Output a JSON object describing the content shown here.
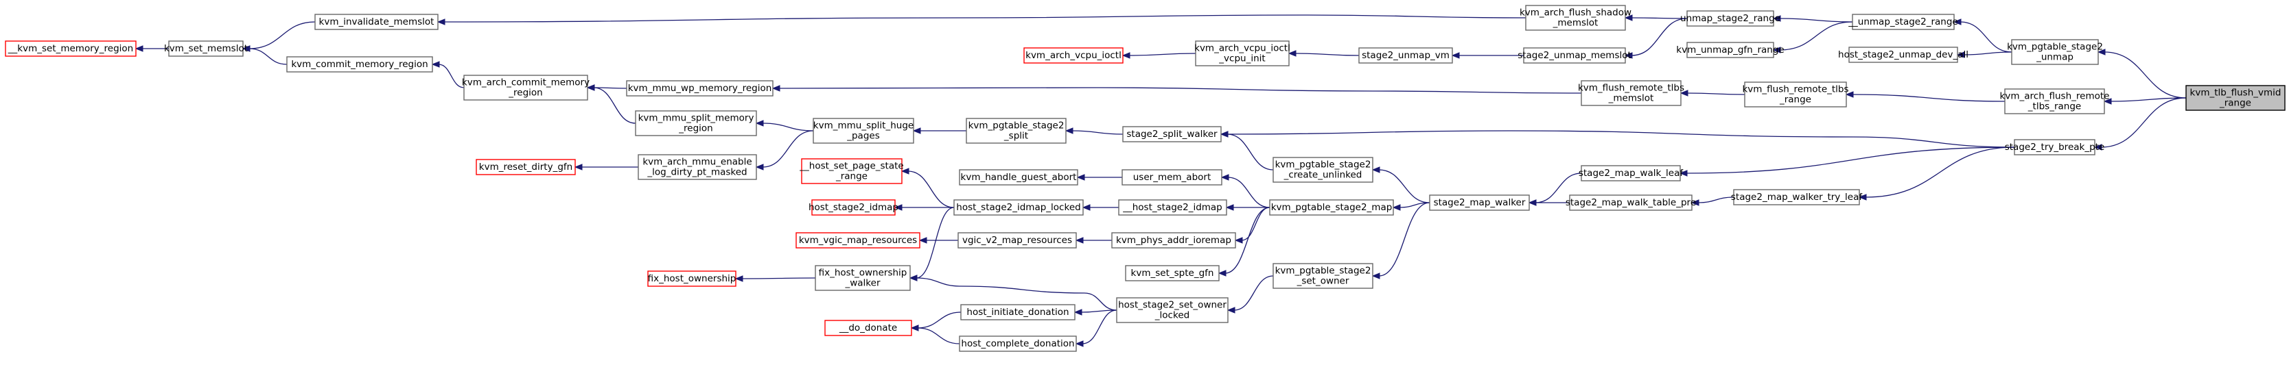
{
  "graph": {
    "direction": "right-to-left caller graph",
    "colors": {
      "edge": "#191970",
      "node_border": "#666666",
      "external_node_border": "#ff0000",
      "target_fill": "#bfbfbf"
    },
    "nodes": [
      {
        "id": "target",
        "lines": [
          "kvm_tlb_flush_vmid",
          "_range"
        ],
        "style": "target"
      },
      {
        "id": "pgtable_stage2_unmap",
        "lines": [
          "kvm_pgtable_stage2",
          "_unmap"
        ]
      },
      {
        "id": "arch_flush_remote_tlbs_range",
        "lines": [
          "kvm_arch_flush_remote",
          "_tlbs_range"
        ]
      },
      {
        "id": "stage2_try_break_pte",
        "lines": [
          "stage2_try_break_pte"
        ]
      },
      {
        "id": "__unmap_stage2_range",
        "lines": [
          "__unmap_stage2_range"
        ]
      },
      {
        "id": "host_stage2_unmap_dev_all",
        "lines": [
          "host_stage2_unmap_dev_all"
        ]
      },
      {
        "id": "unmap_stage2_range",
        "lines": [
          "unmap_stage2_range"
        ]
      },
      {
        "id": "kvm_unmap_gfn_range",
        "lines": [
          "kvm_unmap_gfn_range"
        ]
      },
      {
        "id": "kvm_arch_flush_shadow_memslot",
        "lines": [
          "kvm_arch_flush_shadow",
          "_memslot"
        ]
      },
      {
        "id": "stage2_unmap_memslot",
        "lines": [
          "stage2_unmap_memslot"
        ]
      },
      {
        "id": "stage2_unmap_vm",
        "lines": [
          "stage2_unmap_vm"
        ]
      },
      {
        "id": "kvm_arch_vcpu_ioctl_vcpu_init",
        "lines": [
          "kvm_arch_vcpu_ioctl",
          "_vcpu_init"
        ]
      },
      {
        "id": "kvm_arch_vcpu_ioctl",
        "lines": [
          "kvm_arch_vcpu_ioctl"
        ],
        "style": "red"
      },
      {
        "id": "kvm_invalidate_memslot",
        "lines": [
          "kvm_invalidate_memslot"
        ]
      },
      {
        "id": "kvm_set_memslot",
        "lines": [
          "kvm_set_memslot"
        ]
      },
      {
        "id": "__kvm_set_memory_region",
        "lines": [
          "__kvm_set_memory_region"
        ],
        "style": "red"
      },
      {
        "id": "kvm_flush_remote_tlbs_range",
        "lines": [
          "kvm_flush_remote_tlbs",
          "_range"
        ]
      },
      {
        "id": "kvm_flush_remote_tlbs_memslot",
        "lines": [
          "kvm_flush_remote_tlbs",
          "_memslot"
        ]
      },
      {
        "id": "kvm_mmu_wp_memory_region",
        "lines": [
          "kvm_mmu_wp_memory_region"
        ]
      },
      {
        "id": "kvm_arch_commit_memory_region",
        "lines": [
          "kvm_arch_commit_memory",
          "_region"
        ]
      },
      {
        "id": "kvm_commit_memory_region",
        "lines": [
          "kvm_commit_memory_region"
        ]
      },
      {
        "id": "kvm_arch_mmu_enable_log_dirty_pt_masked",
        "lines": [
          "kvm_arch_mmu_enable",
          "_log_dirty_pt_masked"
        ]
      },
      {
        "id": "kvm_mmu_split_memory_region",
        "lines": [
          "kvm_mmu_split_memory",
          "_region"
        ]
      },
      {
        "id": "kvm_reset_dirty_gfn",
        "lines": [
          "kvm_reset_dirty_gfn"
        ],
        "style": "red"
      },
      {
        "id": "kvm_mmu_split_huge_pages",
        "lines": [
          "kvm_mmu_split_huge",
          "_pages"
        ]
      },
      {
        "id": "kvm_pgtable_stage2_split",
        "lines": [
          "kvm_pgtable_stage2",
          "_split"
        ]
      },
      {
        "id": "stage2_split_walker",
        "lines": [
          "stage2_split_walker"
        ]
      },
      {
        "id": "stage2_map_walk_leaf",
        "lines": [
          "stage2_map_walk_leaf"
        ]
      },
      {
        "id": "stage2_map_walker_try_leaf",
        "lines": [
          "stage2_map_walker_try_leaf"
        ]
      },
      {
        "id": "stage2_map_walk_table_pre",
        "lines": [
          "stage2_map_walk_table_pre"
        ]
      },
      {
        "id": "stage2_map_walker",
        "lines": [
          "stage2_map_walker"
        ]
      },
      {
        "id": "kvm_pgtable_stage2_create_unlinked",
        "lines": [
          "kvm_pgtable_stage2",
          "_create_unlinked"
        ]
      },
      {
        "id": "kvm_pgtable_stage2_map",
        "lines": [
          "kvm_pgtable_stage2_map"
        ]
      },
      {
        "id": "kvm_pgtable_stage2_set_owner",
        "lines": [
          "kvm_pgtable_stage2",
          "_set_owner"
        ]
      },
      {
        "id": "user_mem_abort",
        "lines": [
          "user_mem_abort"
        ]
      },
      {
        "id": "kvm_handle_guest_abort",
        "lines": [
          "kvm_handle_guest_abort"
        ]
      },
      {
        "id": "__host_stage2_idmap",
        "lines": [
          "__host_stage2_idmap"
        ]
      },
      {
        "id": "host_stage2_idmap_locked",
        "lines": [
          "host_stage2_idmap_locked"
        ]
      },
      {
        "id": "__host_set_page_state_range",
        "lines": [
          "__host_set_page_state",
          "_range"
        ],
        "style": "red"
      },
      {
        "id": "host_stage2_idmap",
        "lines": [
          "host_stage2_idmap"
        ],
        "style": "red"
      },
      {
        "id": "kvm_phys_addr_ioremap",
        "lines": [
          "kvm_phys_addr_ioremap"
        ]
      },
      {
        "id": "vgic_v2_map_resources",
        "lines": [
          "vgic_v2_map_resources"
        ]
      },
      {
        "id": "kvm_vgic_map_resources",
        "lines": [
          "kvm_vgic_map_resources"
        ],
        "style": "red"
      },
      {
        "id": "kvm_set_spte_gfn",
        "lines": [
          "kvm_set_spte_gfn"
        ]
      },
      {
        "id": "host_stage2_set_owner_locked",
        "lines": [
          "host_stage2_set_owner",
          "_locked"
        ]
      },
      {
        "id": "fix_host_ownership_walker",
        "lines": [
          "fix_host_ownership",
          "_walker"
        ]
      },
      {
        "id": "fix_host_ownership",
        "lines": [
          "fix_host_ownership"
        ],
        "style": "red"
      },
      {
        "id": "host_initiate_donation",
        "lines": [
          "host_initiate_donation"
        ]
      },
      {
        "id": "host_complete_donation",
        "lines": [
          "host_complete_donation"
        ]
      },
      {
        "id": "__do_donate",
        "lines": [
          "__do_donate"
        ],
        "style": "red"
      }
    ],
    "edges": [
      [
        "pgtable_stage2_unmap",
        "target"
      ],
      [
        "arch_flush_remote_tlbs_range",
        "target"
      ],
      [
        "stage2_try_break_pte",
        "target"
      ],
      [
        "__unmap_stage2_range",
        "pgtable_stage2_unmap"
      ],
      [
        "host_stage2_unmap_dev_all",
        "pgtable_stage2_unmap"
      ],
      [
        "kvm_flush_remote_tlbs_range",
        "arch_flush_remote_tlbs_range"
      ],
      [
        "stage2_split_walker",
        "stage2_try_break_pte"
      ],
      [
        "stage2_map_walk_leaf",
        "stage2_try_break_pte"
      ],
      [
        "stage2_map_walker_try_leaf",
        "stage2_try_break_pte"
      ],
      [
        "unmap_stage2_range",
        "__unmap_stage2_range"
      ],
      [
        "kvm_unmap_gfn_range",
        "__unmap_stage2_range"
      ],
      [
        "kvm_arch_flush_shadow_memslot",
        "unmap_stage2_range"
      ],
      [
        "stage2_unmap_memslot",
        "unmap_stage2_range"
      ],
      [
        "kvm_invalidate_memslot",
        "kvm_arch_flush_shadow_memslot"
      ],
      [
        "stage2_unmap_vm",
        "stage2_unmap_memslot"
      ],
      [
        "kvm_arch_vcpu_ioctl_vcpu_init",
        "stage2_unmap_vm"
      ],
      [
        "kvm_arch_vcpu_ioctl",
        "kvm_arch_vcpu_ioctl_vcpu_init"
      ],
      [
        "kvm_set_memslot",
        "kvm_invalidate_memslot"
      ],
      [
        "kvm_set_memslot",
        "kvm_commit_memory_region"
      ],
      [
        "__kvm_set_memory_region",
        "kvm_set_memslot"
      ],
      [
        "kvm_flush_remote_tlbs_memslot",
        "kvm_flush_remote_tlbs_range"
      ],
      [
        "kvm_mmu_wp_memory_region",
        "kvm_flush_remote_tlbs_memslot"
      ],
      [
        "kvm_arch_commit_memory_region",
        "kvm_mmu_wp_memory_region"
      ],
      [
        "kvm_arch_commit_memory_region",
        "kvm_mmu_split_memory_region"
      ],
      [
        "kvm_commit_memory_region",
        "kvm_arch_commit_memory_region"
      ],
      [
        "kvm_mmu_split_memory_region",
        "kvm_mmu_split_huge_pages"
      ],
      [
        "kvm_arch_mmu_enable_log_dirty_pt_masked",
        "kvm_mmu_split_huge_pages"
      ],
      [
        "kvm_reset_dirty_gfn",
        "kvm_arch_mmu_enable_log_dirty_pt_masked"
      ],
      [
        "kvm_mmu_split_huge_pages",
        "kvm_pgtable_stage2_split"
      ],
      [
        "kvm_pgtable_stage2_split",
        "stage2_split_walker"
      ],
      [
        "stage2_split_walker",
        "kvm_pgtable_stage2_create_unlinked"
      ],
      [
        "stage2_map_walker",
        "stage2_map_walk_leaf"
      ],
      [
        "stage2_map_walk_table_pre",
        "stage2_map_walker_try_leaf"
      ],
      [
        "stage2_map_walker",
        "stage2_map_walk_table_pre"
      ],
      [
        "kvm_pgtable_stage2_create_unlinked",
        "stage2_map_walker"
      ],
      [
        "kvm_pgtable_stage2_map",
        "stage2_map_walker"
      ],
      [
        "kvm_pgtable_stage2_set_owner",
        "stage2_map_walker"
      ],
      [
        "user_mem_abort",
        "kvm_pgtable_stage2_map"
      ],
      [
        "__host_stage2_idmap",
        "kvm_pgtable_stage2_map"
      ],
      [
        "kvm_phys_addr_ioremap",
        "kvm_pgtable_stage2_map"
      ],
      [
        "kvm_set_spte_gfn",
        "kvm_pgtable_stage2_map"
      ],
      [
        "kvm_handle_guest_abort",
        "user_mem_abort"
      ],
      [
        "host_stage2_idmap_locked",
        "__host_stage2_idmap"
      ],
      [
        "__host_set_page_state_range",
        "host_stage2_idmap_locked"
      ],
      [
        "host_stage2_idmap",
        "host_stage2_idmap_locked"
      ],
      [
        "fix_host_ownership_walker",
        "host_stage2_idmap_locked"
      ],
      [
        "vgic_v2_map_resources",
        "kvm_phys_addr_ioremap"
      ],
      [
        "kvm_vgic_map_resources",
        "vgic_v2_map_resources"
      ],
      [
        "host_stage2_set_owner_locked",
        "kvm_pgtable_stage2_set_owner"
      ],
      [
        "fix_host_ownership_walker",
        "host_stage2_set_owner_locked"
      ],
      [
        "host_initiate_donation",
        "host_stage2_set_owner_locked"
      ],
      [
        "host_complete_donation",
        "host_stage2_set_owner_locked"
      ],
      [
        "fix_host_ownership",
        "fix_host_ownership_walker"
      ],
      [
        "__do_donate",
        "host_initiate_donation"
      ],
      [
        "__do_donate",
        "host_complete_donation"
      ]
    ]
  }
}
